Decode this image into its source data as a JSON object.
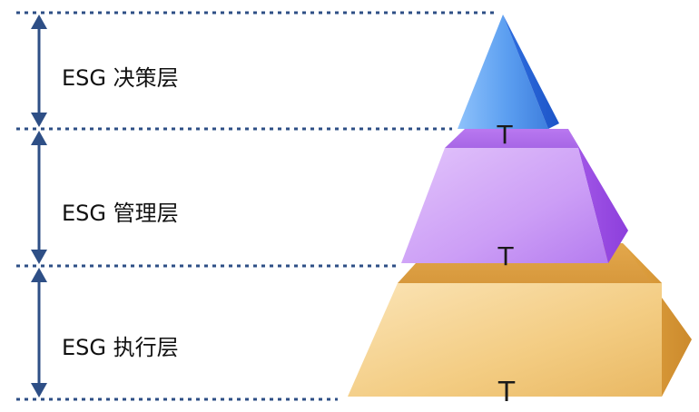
{
  "layers": [
    {
      "label": "ESG 决策层",
      "marker": "T"
    },
    {
      "label": "ESG 管理层",
      "marker": "T"
    },
    {
      "label": "ESG 执行层",
      "marker": "T"
    }
  ],
  "colors": {
    "divider": "#2e4f86",
    "arrow": "#2e4f86",
    "top_tier": "#5b9ef0",
    "middle_tier": "#c79af5",
    "bottom_tier": "#f3cc82",
    "marker": "#1a1a1a"
  }
}
